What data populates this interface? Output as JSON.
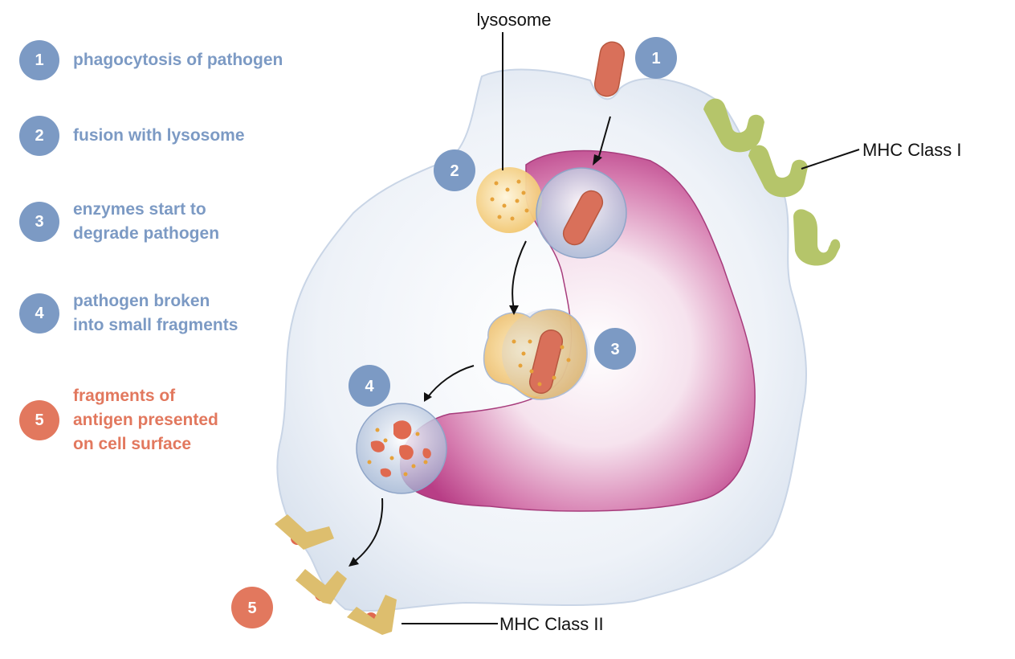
{
  "colors": {
    "step_blue": "#7C9AC4",
    "step_orange": "#E2785E",
    "cell_fill": "#E8EEF6",
    "endosome": "#C24B8E",
    "lysosome": "#F1C66C",
    "pathogen": "#D9705A",
    "mhc_class_1": "#B5C56A",
    "mhc_class_2": "#DDBE6E"
  },
  "legend": {
    "steps": [
      {
        "number": "1",
        "text": "phagocytosis of pathogen",
        "color": "step_blue"
      },
      {
        "number": "2",
        "text": "fusion with lysosome",
        "color": "step_blue"
      },
      {
        "number": "3",
        "text": "enzymes start to\ndegrade pathogen",
        "color": "step_blue"
      },
      {
        "number": "4",
        "text": "pathogen broken\ninto small fragments",
        "color": "step_blue"
      },
      {
        "number": "5",
        "text": "fragments of\nantigen presented\non cell surface",
        "color": "step_orange"
      }
    ]
  },
  "diagram": {
    "labels": {
      "lysosome": "lysosome",
      "mhc_class_1": "MHC Class I",
      "mhc_class_2": "MHC Class II"
    },
    "markers": [
      "1",
      "2",
      "3",
      "4",
      "5"
    ]
  }
}
